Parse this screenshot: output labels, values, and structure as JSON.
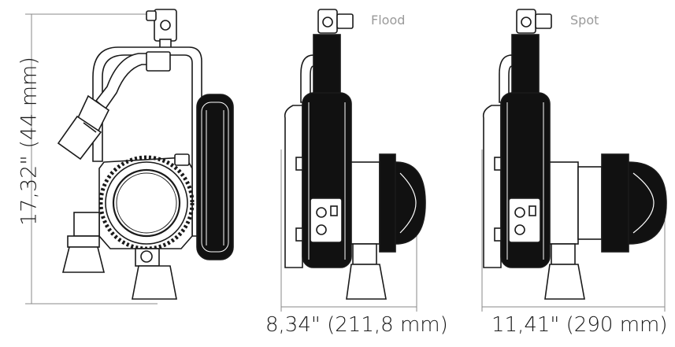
{
  "dimensions": {
    "height": "17,32\" (44 mm)",
    "width_flood": "8,34\" (211,8 mm)",
    "width_spot": "11,41\" (290 mm)"
  },
  "views": {
    "flood": "Flood",
    "spot": "Spot"
  },
  "colors": {
    "line": "#1a1a1a",
    "fixture_body": "#111111",
    "dimension_line": "#8a8a8a",
    "label_gray": "#9a9a9a"
  }
}
